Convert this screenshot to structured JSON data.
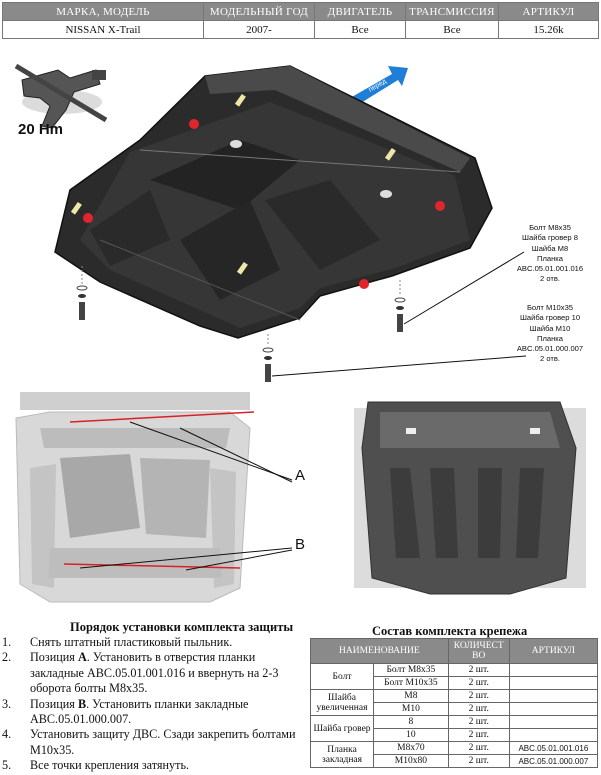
{
  "header": {
    "cols": [
      "МАРКА, МОДЕЛЬ",
      "МОДЕЛЬНЫЙ ГОД",
      "ДВИГАТЕЛЬ",
      "ТРАНСМИССИЯ",
      "АРТИКУЛ"
    ],
    "values": [
      "NISSAN X-Trail",
      "2007-",
      "Все",
      "Все",
      "15.26k"
    ]
  },
  "diagram": {
    "torque": "20 Hm",
    "forward_arrow": "перед",
    "bolt_note_1": [
      "Болт М8х35",
      "Шайба гровер 8",
      "Шайба М8",
      "Планка",
      "ABC.05.01.001.016",
      "2 отв."
    ],
    "bolt_note_2": [
      "Болт М10х35",
      "Шайба гровер 10",
      "Шайба М10",
      "Планка",
      "ABC.05.01.000.007",
      "2 отв."
    ],
    "label_a": "A",
    "label_b": "B"
  },
  "procedure": {
    "title": "Порядок установки комплекта защиты",
    "steps": [
      {
        "num": "1.",
        "text": "Снять штатный пластиковый пыльник."
      },
      {
        "num": "2.",
        "pre": "Позиция ",
        "bold": "А",
        "post": ". Установить в отверстия планки закладные ABC.05.01.001.016 и ввернуть на 2-3 оборота болты М8х35."
      },
      {
        "num": "3.",
        "pre": "Позиция ",
        "bold": "В",
        "post": ". Установить планки закладные ABC.05.01.000.007."
      },
      {
        "num": "4.",
        "text": "Установить защиту ДВС. Сзади закрепить болтами М10х35."
      },
      {
        "num": "5.",
        "text": "Все точки крепления затянуть."
      }
    ]
  },
  "kit": {
    "title": "Состав комплекта крепежа",
    "headers": [
      "НАИМЕНОВАНИЕ",
      "КОЛИЧЕСТ ВО",
      "АРТИКУЛ"
    ],
    "groups": [
      {
        "name": "Болт",
        "rows": [
          {
            "size": "Болт М8х35",
            "qty": "2 шт.",
            "art": ""
          },
          {
            "size": "Болт М10х35",
            "qty": "2 шт.",
            "art": ""
          }
        ]
      },
      {
        "name": "Шайба увеличенная",
        "rows": [
          {
            "size": "М8",
            "qty": "2 шт.",
            "art": ""
          },
          {
            "size": "М10",
            "qty": "2 шт.",
            "art": ""
          }
        ]
      },
      {
        "name": "Шайба гровер",
        "rows": [
          {
            "size": "8",
            "qty": "2 шт.",
            "art": ""
          },
          {
            "size": "10",
            "qty": "2 шт.",
            "art": ""
          }
        ]
      },
      {
        "name": "Планка закладная",
        "rows": [
          {
            "size": "М8х70",
            "qty": "2 шт.",
            "art": "ABC.05.01.001.016"
          },
          {
            "size": "М10х80",
            "qty": "2 шт.",
            "art": "ABC.05.01.000.007"
          }
        ]
      }
    ]
  }
}
